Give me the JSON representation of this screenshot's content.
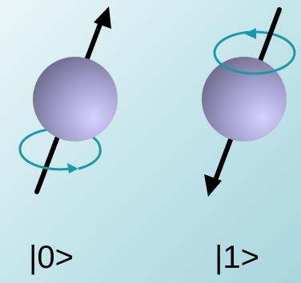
{
  "colors": {
    "background_light": "#eaf6f8",
    "background_dark": "#a9d6dd",
    "sphere_light": "#d6d1ff",
    "sphere_dark": "#6a6788",
    "axis": "#000000",
    "rotation_arrow": "#1a9aa6"
  },
  "states": [
    {
      "label": "|0>",
      "spin": "up",
      "rotation": "bottom"
    },
    {
      "label": "|1>",
      "spin": "down",
      "rotation": "top"
    }
  ]
}
